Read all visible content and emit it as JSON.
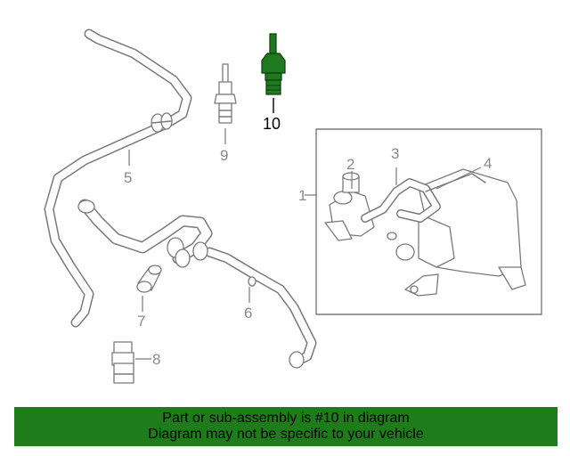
{
  "callouts": {
    "c1": "1",
    "c2": "2",
    "c3": "3",
    "c4": "4",
    "c5": "5",
    "c6": "6",
    "c7": "7",
    "c8": "8",
    "c9": "9",
    "c10": "10"
  },
  "highlighted_part": "10",
  "highlight_color": "#1e7d1a",
  "banner": {
    "line1": "Part or sub-assembly is #10 in diagram",
    "line2": "Diagram may not be specific to your vehicle"
  }
}
